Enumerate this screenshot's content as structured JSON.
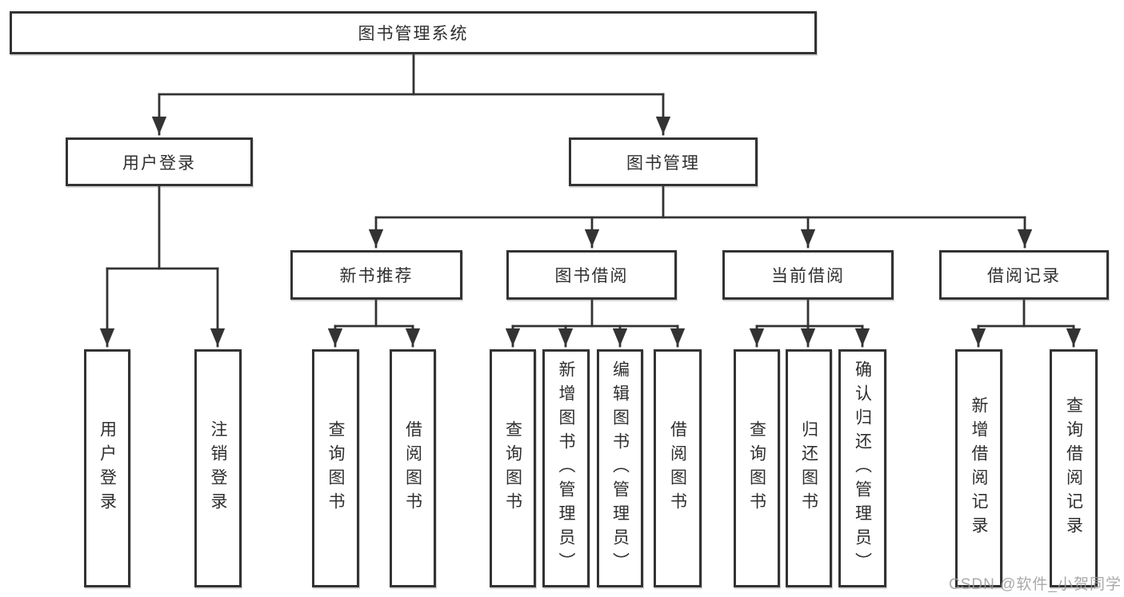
{
  "colors": {
    "line": "#333333",
    "box_border": "#333333",
    "text": "#2f2f2f",
    "watermark": "#9b9b9b",
    "background": "#ffffff"
  },
  "tree": {
    "label": "图书管理系统",
    "children": [
      {
        "label": "用户登录",
        "children": [
          {
            "label": "用户登录"
          },
          {
            "label": "注销登录"
          }
        ]
      },
      {
        "label": "图书管理",
        "children": [
          {
            "label": "新书推荐",
            "children": [
              {
                "label": "查询图书"
              },
              {
                "label": "借阅图书"
              }
            ]
          },
          {
            "label": "图书借阅",
            "children": [
              {
                "label": "查询图书"
              },
              {
                "label": "新增图书（管理员）"
              },
              {
                "label": "编辑图书（管理员）"
              },
              {
                "label": "借阅图书"
              }
            ]
          },
          {
            "label": "当前借阅",
            "children": [
              {
                "label": "查询图书"
              },
              {
                "label": "归还图书"
              },
              {
                "label": "确认归还（管理员）"
              }
            ]
          },
          {
            "label": "借阅记录",
            "children": [
              {
                "label": "新增借阅记录"
              },
              {
                "label": "查询借阅记录"
              }
            ]
          }
        ]
      }
    ]
  },
  "watermark": {
    "text": "CSDN @软件_小贺同学"
  }
}
